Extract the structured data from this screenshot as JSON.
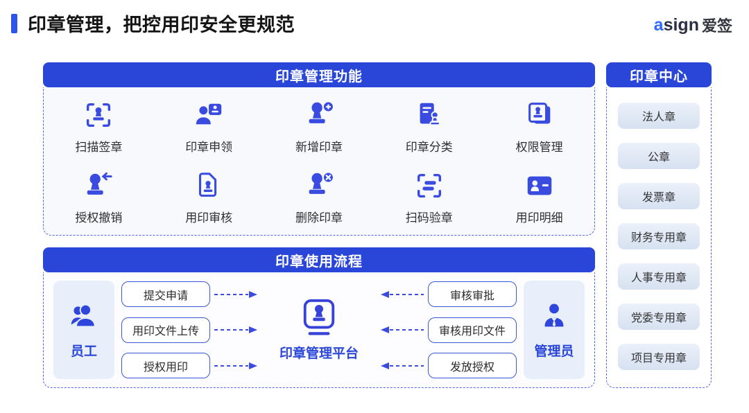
{
  "header": {
    "title": "印章管理，把控用印安全更规范",
    "logo": {
      "brand": "asign",
      "brand_cn": "爱签"
    }
  },
  "colors": {
    "primary_blue": "#2946d9",
    "icon_blue": "#3a4be0",
    "dashed_border": "#5263e8",
    "pill_bg": "#dde7f4",
    "role_card_bg": "#e9effa"
  },
  "panels": {
    "functions": {
      "title": "印章管理功能",
      "items": [
        {
          "label": "扫描签章",
          "icon": "scan-stamp-icon"
        },
        {
          "label": "印章申领",
          "icon": "person-stamp-icon"
        },
        {
          "label": "新增印章",
          "icon": "stamp-add-icon"
        },
        {
          "label": "印章分类",
          "icon": "document-category-icon"
        },
        {
          "label": "权限管理",
          "icon": "stacked-stamp-cards-icon"
        },
        {
          "label": "授权撤销",
          "icon": "stamp-revoke-icon"
        },
        {
          "label": "用印审核",
          "icon": "document-stamp-icon"
        },
        {
          "label": "删除印章",
          "icon": "stamp-delete-icon"
        },
        {
          "label": "扫码验章",
          "icon": "scan-code-icon"
        },
        {
          "label": "用印明细",
          "icon": "id-card-icon"
        }
      ]
    },
    "flow": {
      "title": "印章使用流程",
      "employee": {
        "label": "员工",
        "icon": "people-icon"
      },
      "employee_actions": [
        "提交申请",
        "用印文件上传",
        "授权用印"
      ],
      "platform": {
        "label": "印章管理平台",
        "icon": "stamp-platform-icon"
      },
      "admin_actions": [
        "审核审批",
        "审核用印文件",
        "发放授权"
      ],
      "admin": {
        "label": "管理员",
        "icon": "admin-person-icon"
      }
    },
    "seal_center": {
      "title": "印章中心",
      "items": [
        "法人章",
        "公章",
        "发票章",
        "财务专用章",
        "人事专用章",
        "党委专用章",
        "项目专用章"
      ]
    }
  }
}
